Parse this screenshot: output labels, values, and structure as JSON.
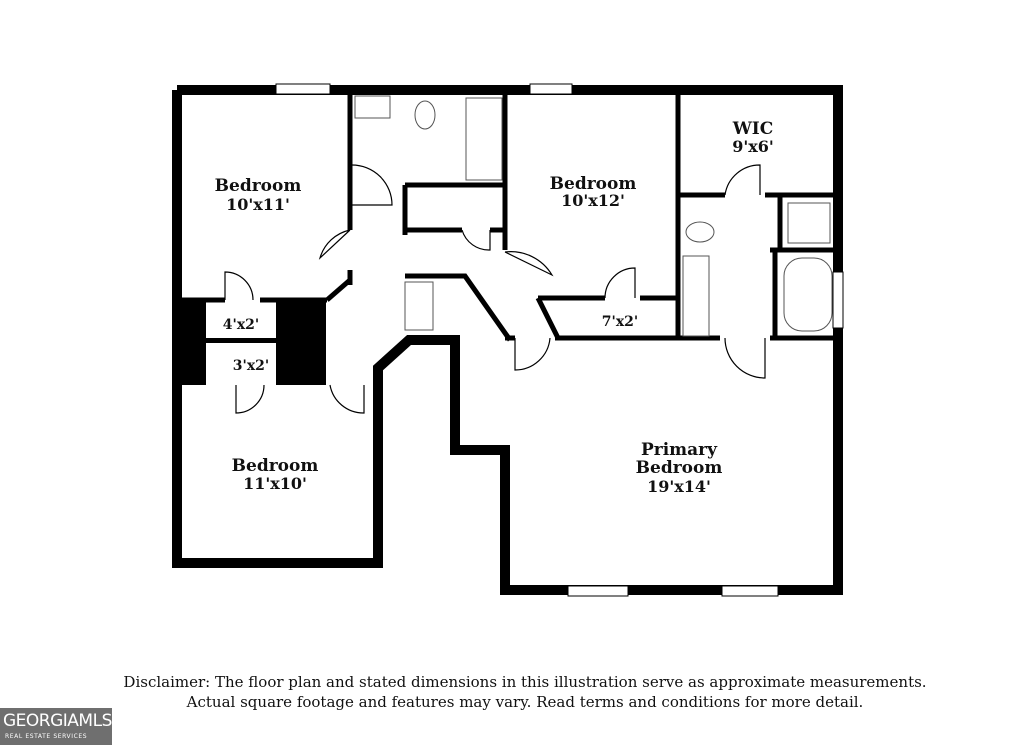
{
  "rooms": {
    "bedroom_1": {
      "name": "Bedroom",
      "dim": "10'x11'"
    },
    "bedroom_2": {
      "name": "Bedroom",
      "dim": "10'x12'"
    },
    "wic": {
      "name": "WIC",
      "dim": "9'x6'"
    },
    "closet_a": {
      "dim": "4'x2'"
    },
    "closet_b": {
      "dim": "3'x2'"
    },
    "closet_c": {
      "dim": "7'x2'"
    },
    "bedroom_3": {
      "name": "Bedroom",
      "dim": "11'x10'"
    },
    "primary": {
      "name_line1": "Primary",
      "name_line2": "Bedroom",
      "dim": "19'x14'"
    }
  },
  "disclaimer": {
    "line1": "Disclaimer: The floor plan and stated dimensions in this illustration serve as approximate measurements.",
    "line2": "Actual square footage and features may vary. Read terms and conditions for more detail."
  },
  "logo": {
    "main": "GEORGIAMLS",
    "sub": "REAL ESTATE SERVICES"
  },
  "colors": {
    "wall": "#000000",
    "logo_bg": "#6f6f6f"
  }
}
